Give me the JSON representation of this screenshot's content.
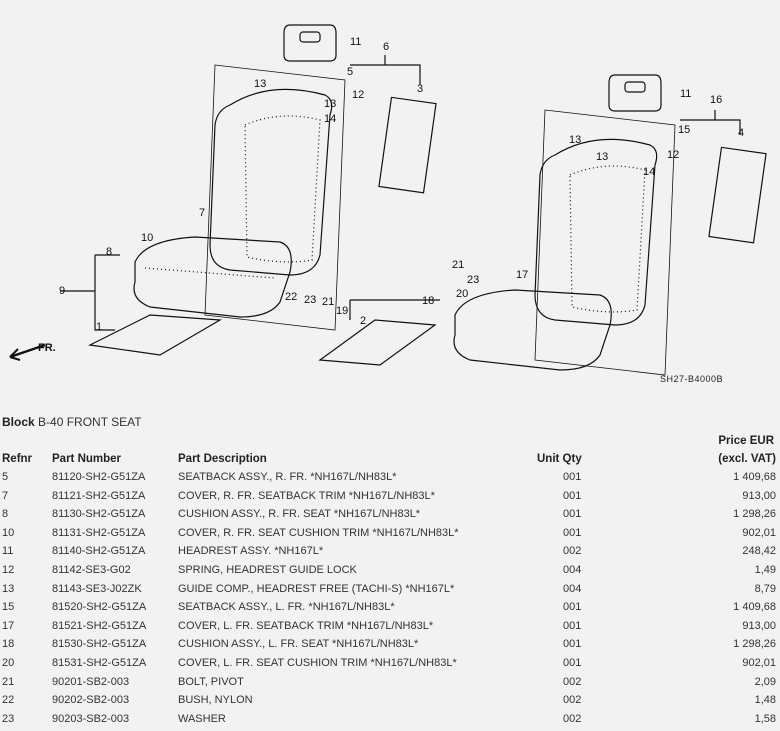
{
  "diagram": {
    "code": "SH27-B4000B",
    "front_label": "FR.",
    "callouts": [
      "11",
      "6",
      "5",
      "12",
      "3",
      "13",
      "13",
      "14",
      "7",
      "10",
      "8",
      "9",
      "22",
      "23",
      "21",
      "1",
      "11",
      "16",
      "15",
      "12",
      "4",
      "13",
      "13",
      "14",
      "21",
      "17",
      "23",
      "20",
      "18",
      "19",
      "2"
    ]
  },
  "block": {
    "label": "Block",
    "value": "B-40 FRONT SEAT"
  },
  "table": {
    "headers": {
      "refnr": "Refnr",
      "part_number": "Part Number",
      "description": "Part Description",
      "qty": "Unit Qty",
      "price_line1": "Price EUR",
      "price_line2": "(excl. VAT)"
    },
    "rows": [
      {
        "ref": "5",
        "pn": "81120-SH2-G51ZA",
        "desc": "SEATBACK ASSY., R. FR. *NH167L/NH83L*",
        "qty": "001",
        "price": "1 409,68"
      },
      {
        "ref": "7",
        "pn": "81121-SH2-G51ZA",
        "desc": "COVER, R. FR. SEATBACK TRIM *NH167L/NH83L*",
        "qty": "001",
        "price": "913,00"
      },
      {
        "ref": "8",
        "pn": "81130-SH2-G51ZA",
        "desc": "CUSHION ASSY., R. FR. SEAT *NH167L/NH83L*",
        "qty": "001",
        "price": "1 298,26"
      },
      {
        "ref": "10",
        "pn": "81131-SH2-G51ZA",
        "desc": "COVER, R. FR. SEAT CUSHION TRIM *NH167L/NH83L*",
        "qty": "001",
        "price": "902,01"
      },
      {
        "ref": "11",
        "pn": "81140-SH2-G51ZA",
        "desc": "HEADREST ASSY. *NH167L*",
        "qty": "002",
        "price": "248,42"
      },
      {
        "ref": "12",
        "pn": "81142-SE3-G02",
        "desc": "SPRING, HEADREST GUIDE LOCK",
        "qty": "004",
        "price": "1,49"
      },
      {
        "ref": "13",
        "pn": "81143-SE3-J02ZK",
        "desc": "GUIDE COMP., HEADREST FREE (TACHI-S) *NH167L*",
        "qty": "004",
        "price": "8,79"
      },
      {
        "ref": "15",
        "pn": "81520-SH2-G51ZA",
        "desc": "SEATBACK ASSY., L. FR. *NH167L/NH83L*",
        "qty": "001",
        "price": "1 409,68"
      },
      {
        "ref": "17",
        "pn": "81521-SH2-G51ZA",
        "desc": "COVER, L. FR. SEATBACK TRIM *NH167L/NH83L*",
        "qty": "001",
        "price": "913,00"
      },
      {
        "ref": "18",
        "pn": "81530-SH2-G51ZA",
        "desc": "CUSHION ASSY., L. FR. SEAT *NH167L/NH83L*",
        "qty": "001",
        "price": "1 298,26"
      },
      {
        "ref": "20",
        "pn": "81531-SH2-G51ZA",
        "desc": "COVER, L. FR. SEAT CUSHION TRIM *NH167L/NH83L*",
        "qty": "001",
        "price": "902,01"
      },
      {
        "ref": "21",
        "pn": "90201-SB2-003",
        "desc": "BOLT, PIVOT",
        "qty": "002",
        "price": "2,09"
      },
      {
        "ref": "22",
        "pn": "90202-SB2-003",
        "desc": "BUSH, NYLON",
        "qty": "002",
        "price": "1,48"
      },
      {
        "ref": "23",
        "pn": "90203-SB2-003",
        "desc": "WASHER",
        "qty": "002",
        "price": "1,58"
      }
    ]
  }
}
